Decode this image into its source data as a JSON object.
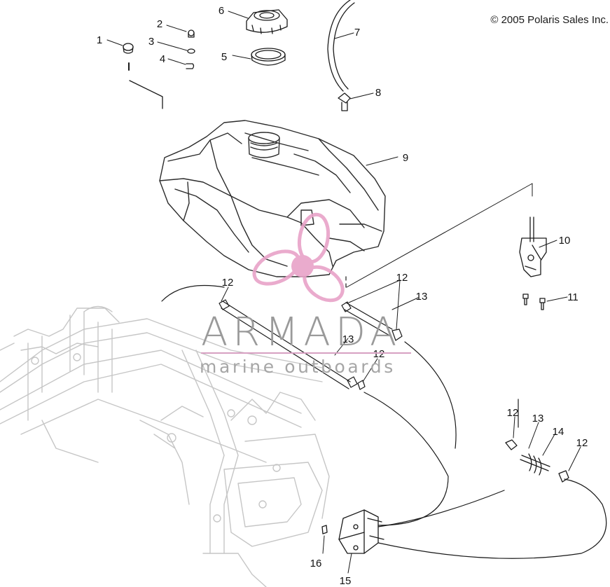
{
  "copyright": "© 2005 Polaris Sales Inc.",
  "watermark": {
    "title": "ARMADA",
    "subtitle": "marine outboards",
    "accent_color": "#e8a2c8"
  },
  "callouts": [
    "1",
    "2",
    "3",
    "4",
    "5",
    "6",
    "7",
    "8",
    "9",
    "10",
    "11",
    "12",
    "12",
    "12",
    "12",
    "12",
    "13",
    "13",
    "13",
    "14",
    "15",
    "16"
  ],
  "colors": {
    "line": "#1a1a1a",
    "frame": "#c9c9c9",
    "tank": "#2b2b2b"
  }
}
